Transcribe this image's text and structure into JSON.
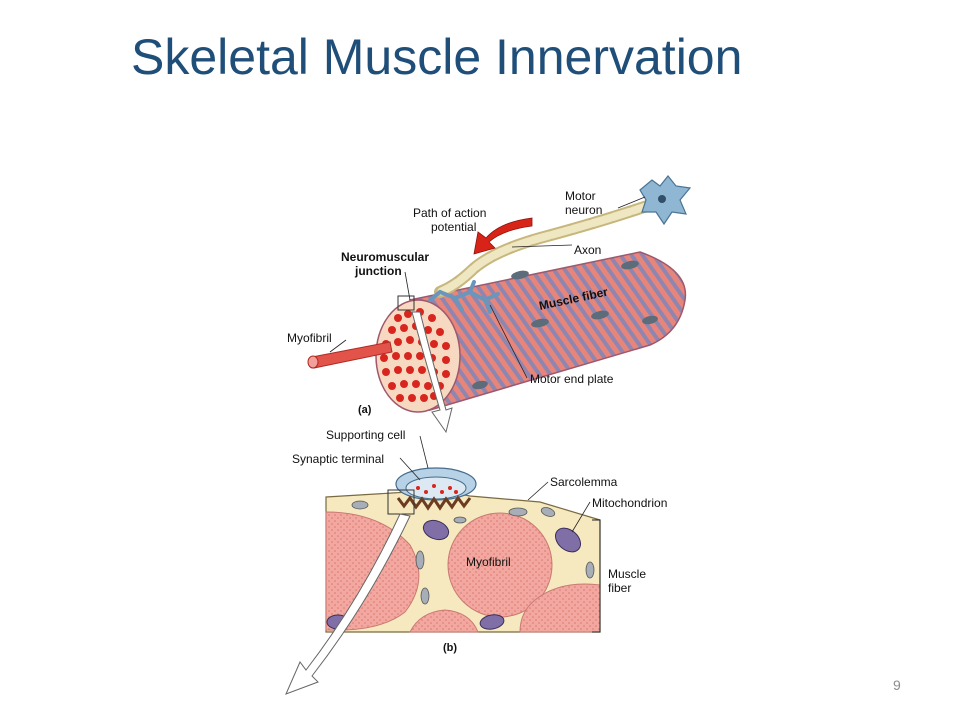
{
  "slide": {
    "title": "Skeletal Muscle Innervation",
    "page_number": "9"
  },
  "figure_a": {
    "panel_label": "(a)",
    "labels": {
      "motor_neuron_line1": "Motor",
      "motor_neuron_line2": "neuron",
      "path_line1": "Path of action",
      "path_line2": "potential",
      "axon": "Axon",
      "nmj_line1": "Neuromuscular",
      "nmj_line2": "junction",
      "muscle_fiber": "Muscle fiber",
      "myofibril": "Myofibril",
      "motor_end_plate": "Motor end plate"
    }
  },
  "figure_b": {
    "panel_label": "(b)",
    "labels": {
      "supporting_cell": "Supporting cell",
      "synaptic_terminal": "Synaptic terminal",
      "sarcolemma": "Sarcolemma",
      "mitochondrion": "Mitochondrion",
      "myofibril": "Myofibril",
      "muscle_fiber_line1": "Muscle",
      "muscle_fiber_line2": "fiber"
    }
  },
  "colors": {
    "title": "#1f4e79",
    "muscle_red": "#e8857a",
    "muscle_stripe": "#6e7fa8",
    "neuron_blue": "#8fb7d3",
    "axon_tan": "#e9dfb2",
    "cytoplasm": "#f6e9bf",
    "myofibril_pink": "#f2a8a0"
  }
}
